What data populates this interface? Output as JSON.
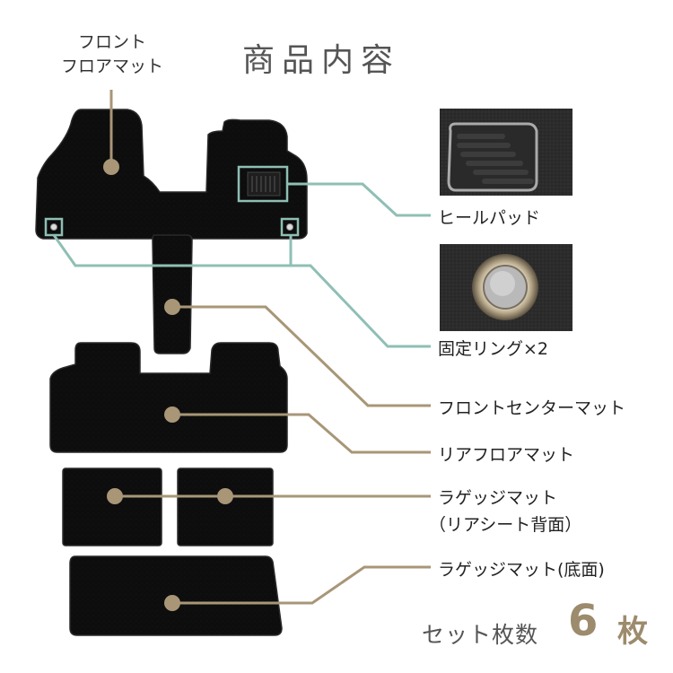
{
  "title": "商品内容",
  "front_floor_label": [
    "フロント",
    "フロアマット"
  ],
  "labels": {
    "heel_pad": "ヒールパッド",
    "fixing_ring": "固定リング×2",
    "front_center": "フロントセンターマット",
    "rear_floor": "リアフロアマット",
    "luggage_back_1": "ラゲッジマット",
    "luggage_back_2": "（リアシート背面）",
    "luggage_bottom": "ラゲッジマット(底面)"
  },
  "count": {
    "text": "セット枚数",
    "number": "6",
    "unit": "枚"
  },
  "colors": {
    "mat": "#0d0d0d",
    "mat_edge": "#2a2a2a",
    "pointer_gold": "#a89677",
    "pointer_teal": "#8fbfb4",
    "count_accent": "#9c8b6c"
  }
}
